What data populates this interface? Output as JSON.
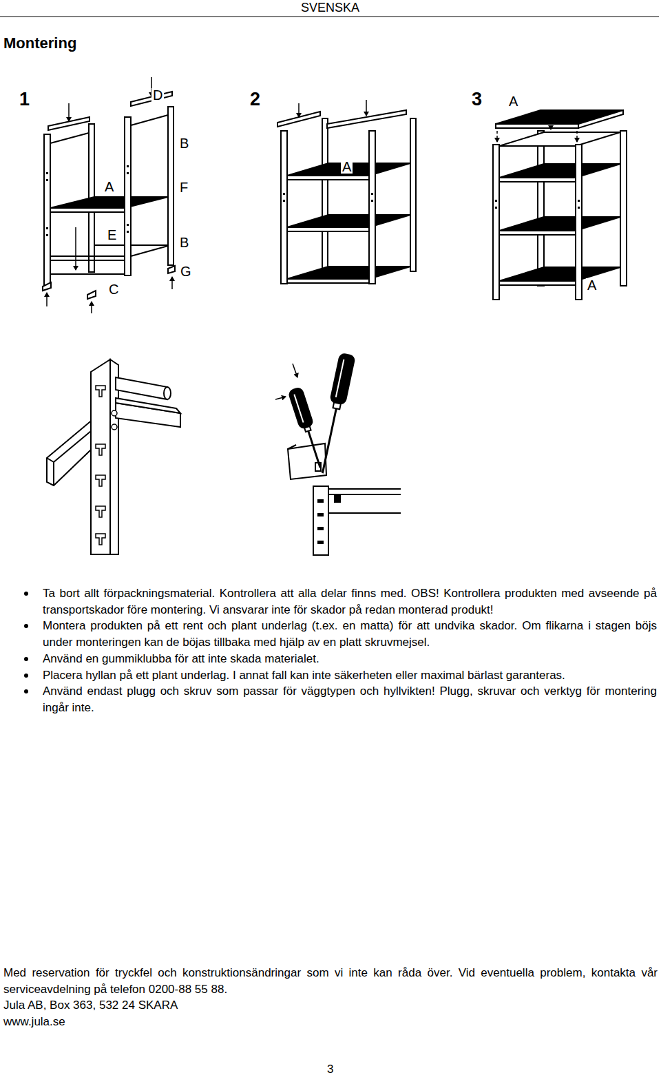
{
  "diagram": {
    "title": "Montering",
    "labels": [
      "SVENSKA",
      "1",
      "D",
      "B",
      "A",
      "F",
      "E",
      "B",
      "G",
      "C",
      "2",
      "A",
      "3",
      "A",
      "A",
      "Ta bort allt förpackningsmaterial. Kontrollera att alla delar finns med. OBS! Kontrollera produkten med avseende på transportskador före montering. Vi ansvarar inte för skador på redan monterad produkt!",
      "Montera produkten på ett rent och plant underlag (t.ex. en matta) för att undvika skador. Om flikarna i stagen böjs under monteringen kan de böjas tillbaka med hjälp av en platt skruvmejsel.",
      "Använd en gummiklubba för att inte skada materialet.",
      "Placera hyllan på ett plant underlag. I annat fall kan inte säkerheten eller maximal bärlast garanteras.",
      "Använd endast plugg och skruv som passar för väggtypen och hyllvikten! Plugg, skruvar och verktyg för montering ingår inte.",
      "Med reservation för tryckfel och konstruktionsändringar som vi inte kan råda över. Vid eventuella problem, kontakta vår serviceavdelning på telefon 0200-88 55 88.",
      "Jula AB, Box 363, 532 24 SKARA",
      "www.jula.se",
      "3"
    ]
  }
}
